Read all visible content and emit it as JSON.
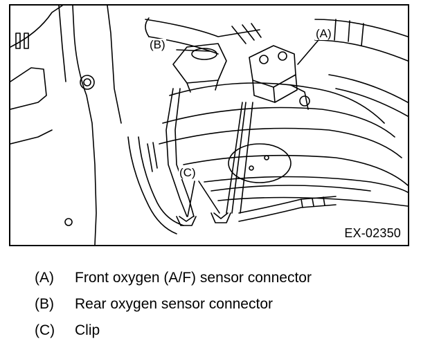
{
  "figure": {
    "callouts": {
      "a": "(A)",
      "b": "(B)",
      "c": "(C)"
    },
    "figure_id": "EX-02350"
  },
  "legend": [
    {
      "key": "(A)",
      "text": "Front oxygen (A/F) sensor connector"
    },
    {
      "key": "(B)",
      "text": "Rear oxygen sensor connector"
    },
    {
      "key": "(C)",
      "text": "Clip"
    }
  ]
}
